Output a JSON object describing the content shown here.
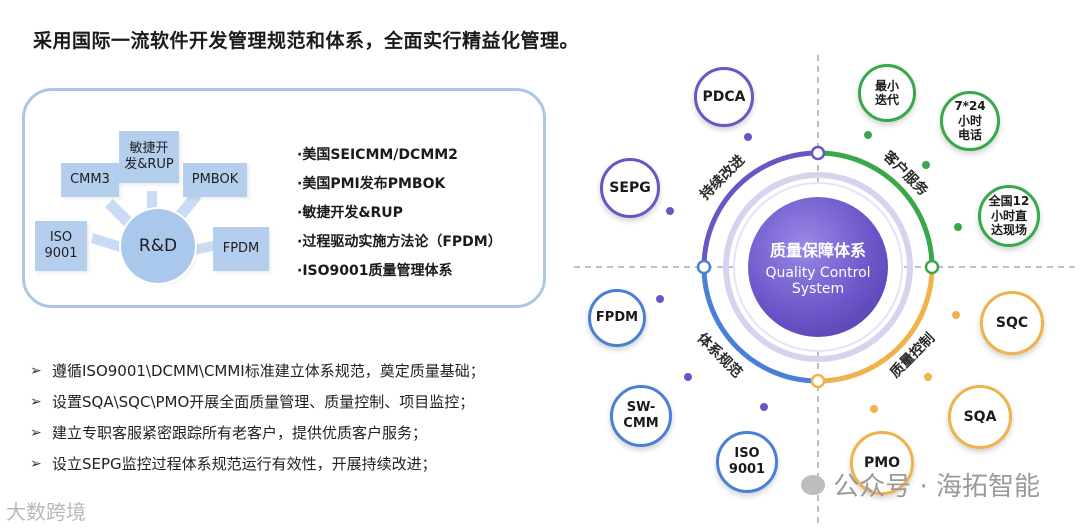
{
  "title": "采用国际一流软件开发管理规范和体系，全面实行精益化管理。",
  "rd": {
    "center": "R&D",
    "cmm3": "CMM3",
    "agile": "敏捷开\n发&RUP",
    "pmbok": "PMBOK",
    "iso": "ISO\n9001",
    "fpdm": "FPDM"
  },
  "standards": [
    "·美国SEICMM/DCMM2",
    "·美国PMI发布PMBOK",
    "·敏捷开发&RUP",
    "·过程驱动实施方法论（FPDM）",
    "·ISO9001质量管理体系"
  ],
  "bullets": [
    "遵循ISO9001\\DCMM\\CMMI标准建立体系规范，奠定质量基础；",
    "设置SQA\\SQC\\PMO开展全面质量管理、质量控制、项目监控；",
    "建立专职客服紧密跟踪所有老客户，提供优质客户服务；",
    "设立SEPG监控过程体系规范运行有效性，开展持续改进；"
  ],
  "bullet_mark": "➢",
  "center": {
    "cn": "质量保障体系",
    "en1": "Quality Control",
    "en2": "System"
  },
  "quadrants": {
    "top_left": "持续改进",
    "top_right": "客户服务",
    "bottom_left": "体系规范",
    "bottom_right": "质量控制"
  },
  "satellites": {
    "pdca": "PDCA",
    "sepg": "SEPG",
    "fpdm": "FPDM",
    "swcmm": "SW-\nCMM",
    "iso9001": "ISO\n9001",
    "min_iter": "最小\n迭代",
    "phone": "7*24\n小时\n电话",
    "onsite": "全国12\n小时直\n达现场",
    "sqc": "SQC",
    "sqa": "SQA",
    "pmo": "PMO"
  },
  "colors": {
    "purple": "#6a55c4",
    "green": "#3aa84a",
    "blue": "#4a7fd8",
    "orange": "#f0b24a"
  },
  "watermark": "公众号 · 海拓智能",
  "watermark_corner": "大数跨境"
}
